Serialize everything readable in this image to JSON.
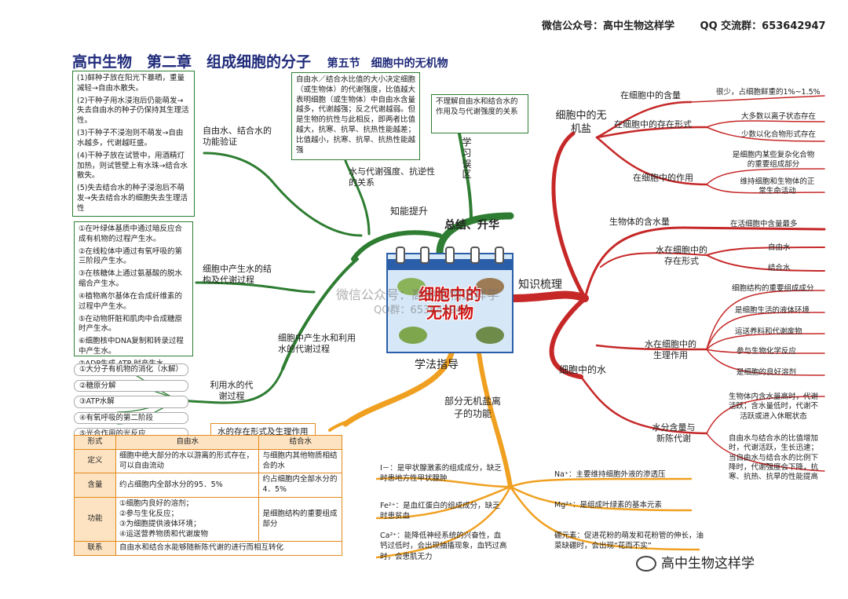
{
  "header": {
    "wechat": "微信公众号：高中生物这样学",
    "qq": "QQ 交流群：653642947"
  },
  "title": {
    "main": "高中生物　第二章　组成细胞的分子",
    "section": "第五节　细胞中的无机物"
  },
  "center": {
    "line1": "细胞中的",
    "line2": "无机物",
    "watermark1": "微信公众号：高中生物这样学",
    "watermark2": "QQ群：653642947"
  },
  "branches": {
    "summary": "总结、升华",
    "knowledge": "知识梳理",
    "method": "学法指导",
    "ability": "知能提升",
    "mistakes": "学习误区"
  },
  "left_top": {
    "box_items": [
      "(1)鲜种子放在阳光下暴晒，重量减轻→自由水散失。",
      "(2)干种子用水浸泡后仍能萌发→失去自由水的种子仍保持其生理活性。",
      "(3)干种子不浸泡则不萌发→自由水越多，代谢越旺盛。",
      "(4)干种子放在试管中，用酒精灯加热，则试管壁上有水珠→结合水散失。",
      "(5)失去结合水的种子浸泡后不萌发→失去结合水的细胞失去生理活性"
    ],
    "verify_label": "自由水、结合水的功能验证",
    "ratio_text": "自由水／结合水比值的大小决定细胞（或生物体）的代谢强度，比值越大表明细胞（或生物体）中自由水含量越多，代谢越强；反之代谢越弱。但是生物的抗性与此相反，即两者比值越大，抗寒、抗旱、抗热性能越差；比值越小，抗寒、抗旱、抗热性能越强",
    "ratio_label": "水与代谢强度、抗逆性的关系",
    "mistake_text": "不理解自由水和结合水的作用及与代谢强度的关系"
  },
  "left_mid": {
    "produce_items": [
      "①在叶绿体基质中通过暗反应合成有机物的过程产生水。",
      "②在线粒体中通过有氧呼吸的第三阶段产生水。",
      "③在核糖体上通过氨基酸的脱水缩合产生水。",
      "④植物高尔基体在合成纤维素的过程中产生水。",
      "⑤在动物肝脏和肌肉中合成糖原时产生水。",
      "⑥细胞核中DNA复制和转录过程中产生水。",
      "⑦ADP生成 ATP 时产生水"
    ],
    "produce_label": "细胞中产生水的结构及代谢过程",
    "produce_use_label": "细胞中产生水和利用水的代谢过程",
    "use_items": [
      "①大分子有机物的消化（水解）",
      "②糖原分解",
      "③ATP水解",
      "④有氧呼吸的第二阶段",
      "⑤光合作用的光反应"
    ],
    "use_label": "利用水的代谢过程"
  },
  "table": {
    "caption": "水的存在形式及生理作用",
    "headers": [
      "形式",
      "自由水",
      "结合水"
    ],
    "rows": [
      {
        "key": "定义",
        "free": "细胞中绝大部分的水以游离的形式存在，可以自由流动",
        "bound": "与细胞内其他物质相结合的水"
      },
      {
        "key": "含量",
        "free": "约占细胞内全部水分的95．5%",
        "bound": "约占细胞内全部水分的4．5%"
      },
      {
        "key": "功能",
        "free": "①细胞内良好的溶剂；\n②参与生化反应；\n③为细胞提供液体环境；\n④运送营养物质和代谢废物",
        "bound": "是细胞结构的重要组成部分"
      },
      {
        "key": "联系",
        "free": "自由水和结合水能够随新陈代谢的进行而相互转化",
        "bound": ""
      }
    ]
  },
  "ions": {
    "label": "部分无机盐离子的功能",
    "items_left": [
      "Ⅰ－：是甲状腺激素的组成成分，缺乏时患地方性甲状腺肿",
      "Fe²⁺：是血红蛋白的组成成分，缺乏时患贫血",
      "Ca²⁺：能降低神经系统的兴奋性，血钙过低时，会出现抽搐现象，血钙过高时，会患肌无力"
    ],
    "items_right": [
      "Na⁺：主要维持细胞外液的渗透压",
      "Mg²⁺：是组成叶绿素的基本元素",
      "硼元素：促进花粉的萌发和花粉管的伸长，油菜缺硼时，会出现“花而不实”"
    ]
  },
  "salts": {
    "label": "细胞中的无机盐",
    "content_label": "在细胞中的含量",
    "content_value": "很少，占细胞鲜重的1%~1.5%",
    "form_label": "在细胞中的存在形式",
    "form_items": [
      "大多数以离子状态存在",
      "少数以化合物形式存在"
    ],
    "role_label": "在细胞中的作用",
    "role_items": [
      "是细胞内某些复杂化合物的重要组成部分",
      "维持细胞和生物体的正常生命活动"
    ]
  },
  "water": {
    "label": "细胞中的水",
    "amount_label": "生物体的含水量",
    "amount_value": "在活细胞中含量最多",
    "form_label": "水在细胞中的存在形式",
    "form_items": [
      "自由水",
      "结合水"
    ],
    "role_label": "水在细胞中的生理作用",
    "role_items": [
      "细胞结构的重要组成成分",
      "是细胞生活的液体环境",
      "运送养料和代谢废物",
      "参与生物化学反应",
      "是细胞的良好溶剂"
    ],
    "meta_label": "水分含量与新陈代谢",
    "meta_items": [
      "生物体内含水量高时，代谢活跃；含水量低时，代谢不活跃或进入休眠状态",
      "自由水与结合水的比值增加时，代谢活跃，生长迅速；当自由水与结合水的比例下降时，代谢强度会下降，抗寒、抗热、抗旱的性能提高"
    ]
  },
  "signature": "高中生物这样学",
  "colors": {
    "green": "#2e7d32",
    "red": "#c62828",
    "orange": "#f0a020",
    "navy": "#1f2a7a"
  }
}
